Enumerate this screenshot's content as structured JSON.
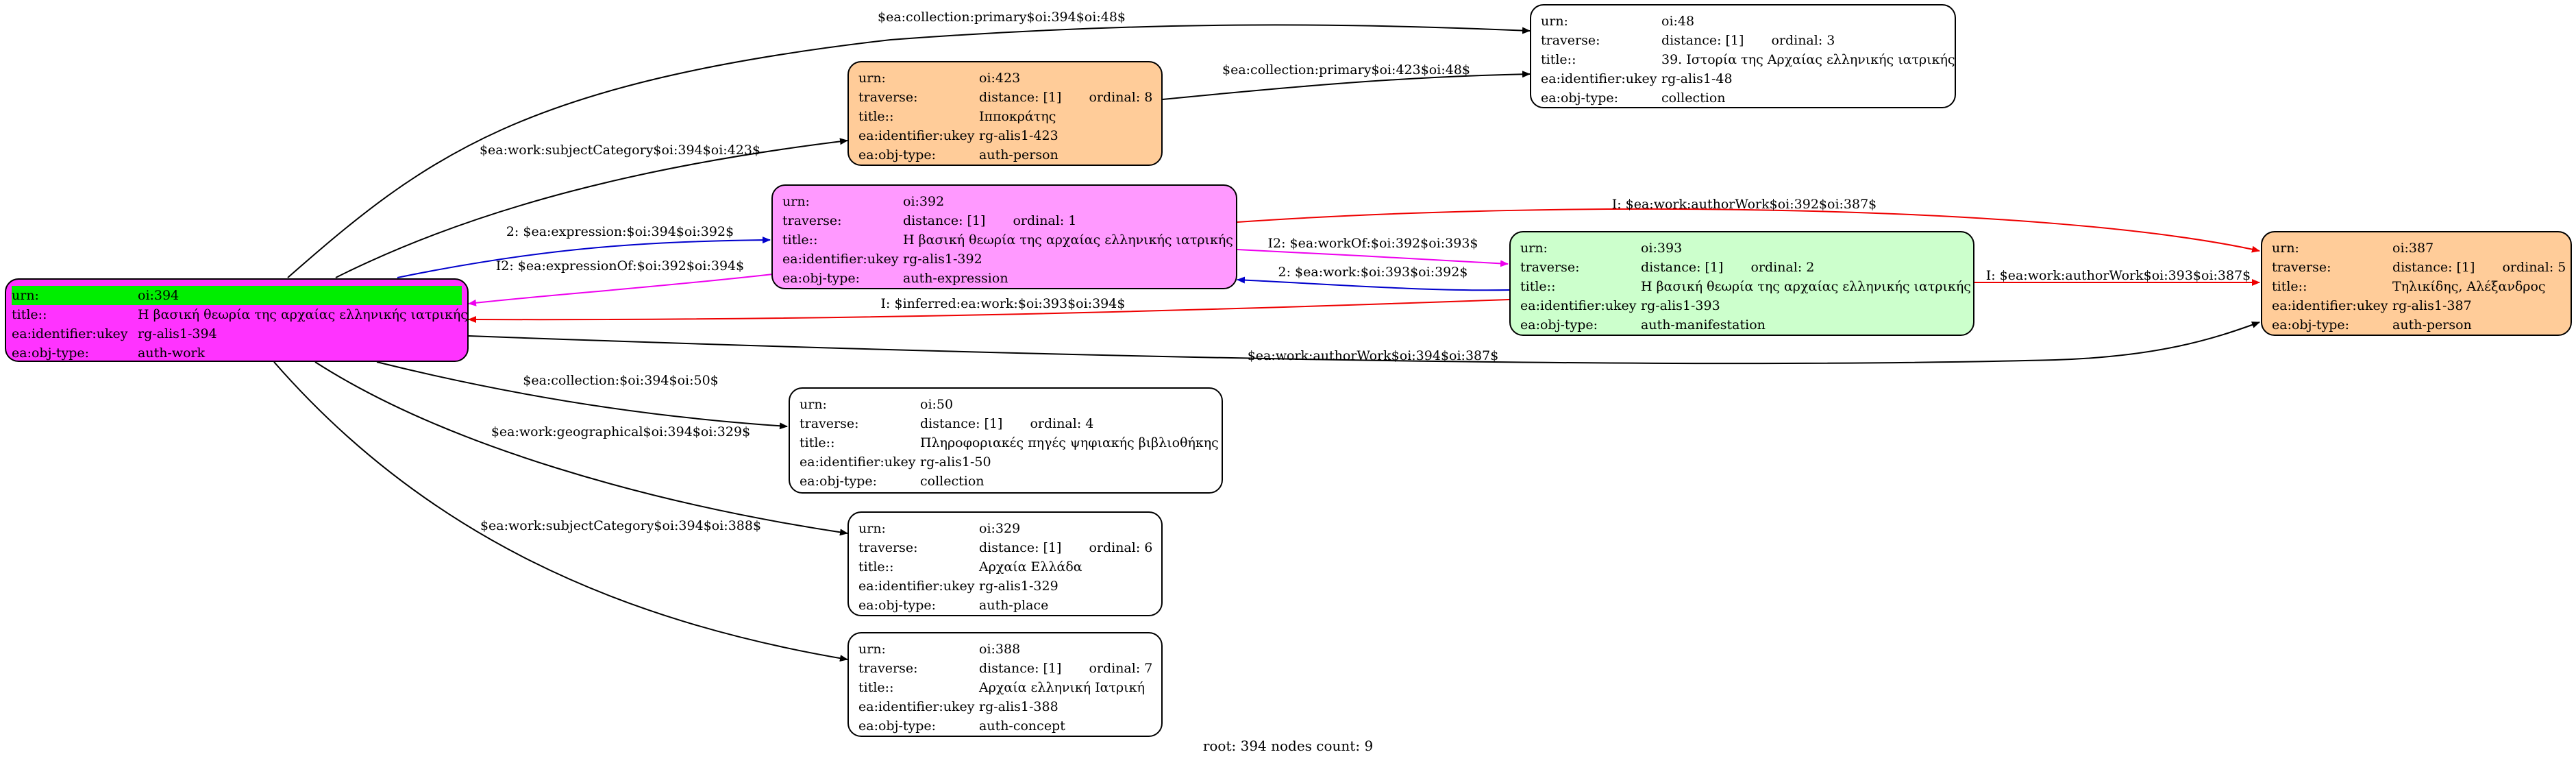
{
  "colors": {
    "root_fill": "#ff33ff",
    "root_urn_highlight": "#00ee00",
    "expression_fill": "#ff99ff",
    "manifestation_fill": "#ccffcc",
    "person_fill": "#ffcc99",
    "plain_fill": "#ffffff",
    "edge_black": "#000000",
    "edge_blue": "#0000cc",
    "edge_magenta": "#ee00ee",
    "edge_red": "#ee0000"
  },
  "labels": {
    "urn": "urn:",
    "traverse": "traverse:",
    "title": "title::",
    "ukey": "ea:identifier:ukey",
    "objtype": "ea:obj-type:"
  },
  "nodes": {
    "n394": {
      "urn": "oi:394",
      "title": "Η βασική θεωρία της αρχαίας ελληνικής ιατρικής",
      "ukey": "rg-alis1-394",
      "objtype": "auth-work"
    },
    "n48": {
      "urn": "oi:48",
      "distance": "distance: [1]",
      "ordinal": "ordinal: 3",
      "title": "39. Ιστορία της Αρχαίας ελληνικής ιατρικής",
      "ukey": "rg-alis1-48",
      "objtype": "collection"
    },
    "n423": {
      "urn": "oi:423",
      "distance": "distance: [1]",
      "ordinal": "ordinal: 8",
      "title": "Ιπποκράτης",
      "ukey": "rg-alis1-423",
      "objtype": "auth-person"
    },
    "n392": {
      "urn": "oi:392",
      "distance": "distance: [1]",
      "ordinal": "ordinal: 1",
      "title": "Η βασική θεωρία της αρχαίας ελληνικής ιατρικής",
      "ukey": "rg-alis1-392",
      "objtype": "auth-expression"
    },
    "n393": {
      "urn": "oi:393",
      "distance": "distance: [1]",
      "ordinal": "ordinal: 2",
      "title": "Η βασική θεωρία της αρχαίας ελληνικής ιατρικής",
      "ukey": "rg-alis1-393",
      "objtype": "auth-manifestation"
    },
    "n387": {
      "urn": "oi:387",
      "distance": "distance: [1]",
      "ordinal": "ordinal: 5",
      "title": "Τηλικίδης, Αλέξανδρος",
      "ukey": "rg-alis1-387",
      "objtype": "auth-person"
    },
    "n50": {
      "urn": "oi:50",
      "distance": "distance: [1]",
      "ordinal": "ordinal: 4",
      "title": "Πληροφοριακές πηγές ψηφιακής βιβλιοθήκης",
      "ukey": "rg-alis1-50",
      "objtype": "collection"
    },
    "n329": {
      "urn": "oi:329",
      "distance": "distance: [1]",
      "ordinal": "ordinal: 6",
      "title": "Αρχαία Ελλάδα",
      "ukey": "rg-alis1-329",
      "objtype": "auth-place"
    },
    "n388": {
      "urn": "oi:388",
      "distance": "distance: [1]",
      "ordinal": "ordinal: 7",
      "title": "Αρχαία ελληνική Ιατρική",
      "ukey": "rg-alis1-388",
      "objtype": "auth-concept"
    }
  },
  "edges": {
    "e394_48": "$ea:collection:primary$oi:394$oi:48$",
    "e394_423": "$ea:work:subjectCategory$oi:394$oi:423$",
    "e423_48": "$ea:collection:primary$oi:423$oi:48$",
    "e394_392": "2: $ea:expression:$oi:394$oi:392$",
    "e392_394": "I2: $ea:expressionOf:$oi:392$oi:394$",
    "e392_387": "I: $ea:work:authorWork$oi:392$oi:387$",
    "e392_393": "I2: $ea:workOf:$oi:392$oi:393$",
    "e393_392": "2: $ea:work:$oi:393$oi:392$",
    "e393_394": "I: $inferred:ea:work:$oi:393$oi:394$",
    "e393_387": "I: $ea:work:authorWork$oi:393$oi:387$",
    "e394_387": "$ea:work:authorWork$oi:394$oi:387$",
    "e394_50": "$ea:collection:$oi:394$oi:50$",
    "e394_329": "$ea:work:geographical$oi:394$oi:329$",
    "e394_388": "$ea:work:subjectCategory$oi:394$oi:388$"
  },
  "footer": "root: 394 nodes count: 9"
}
